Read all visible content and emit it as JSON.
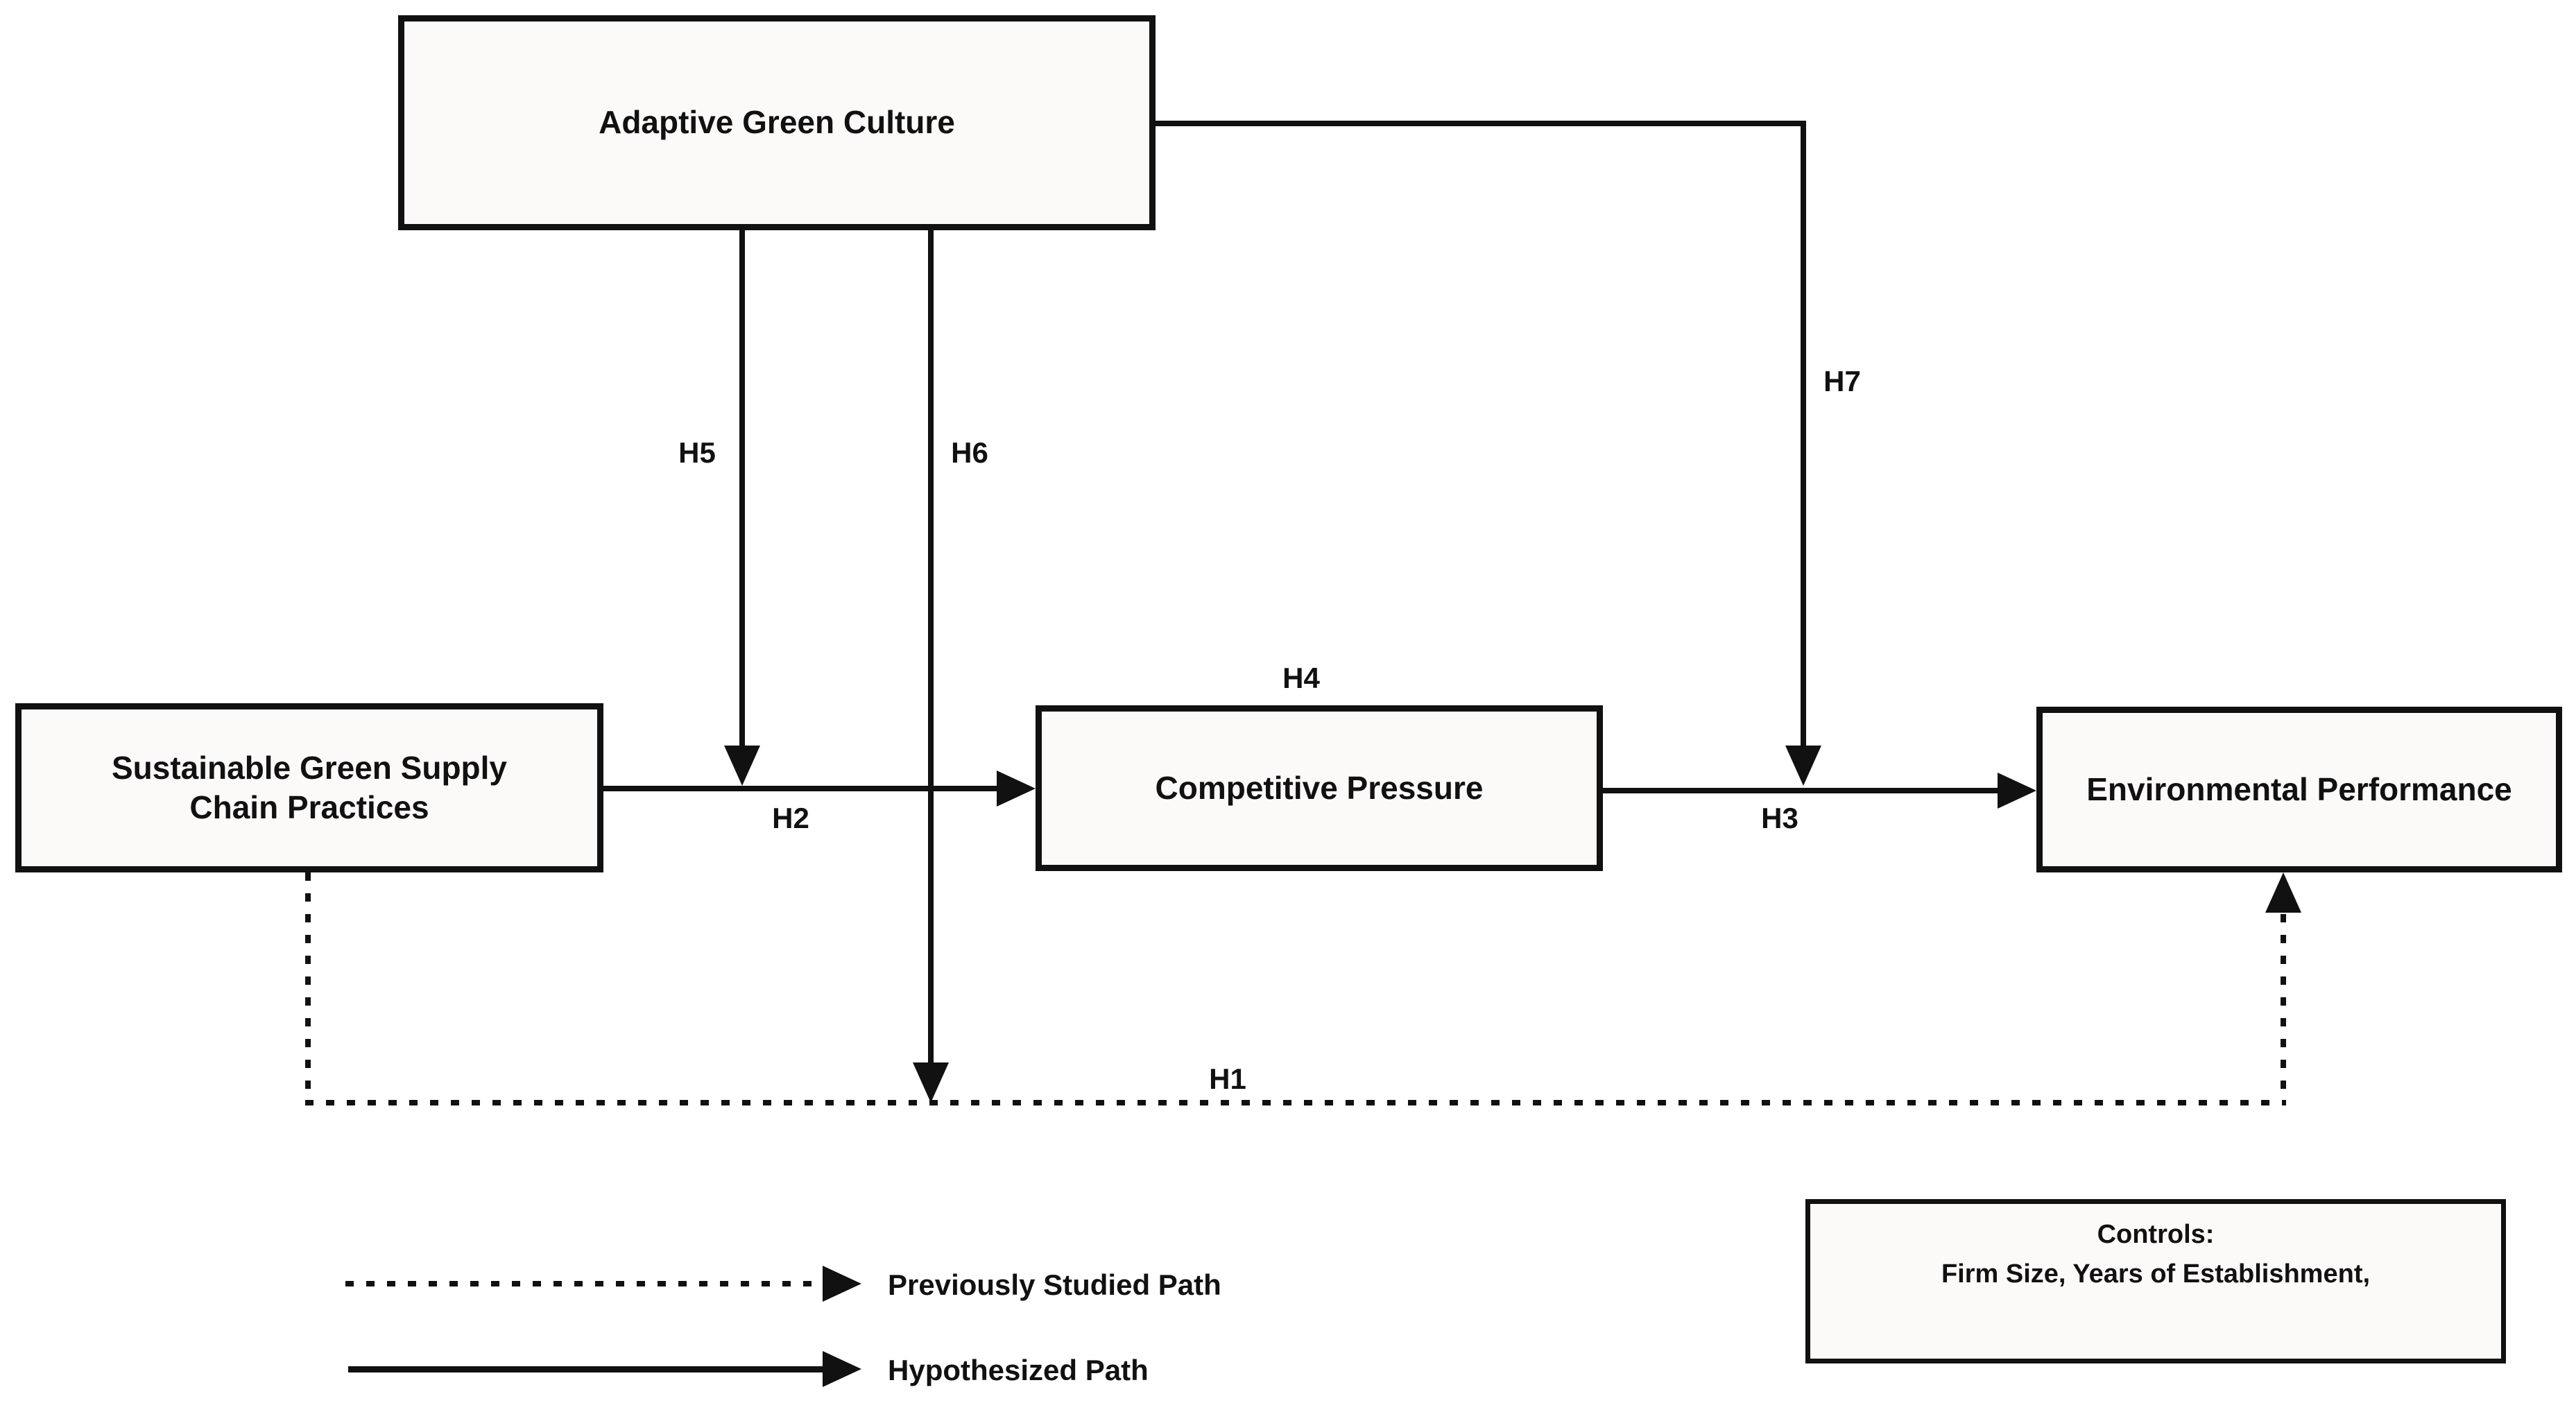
{
  "figure": {
    "nodes": {
      "adaptive_green_culture": {
        "label": "Adaptive Green Culture"
      },
      "sustainable_green_supply_chain_practices": {
        "label": "Sustainable Green Supply Chain Practices"
      },
      "competitive_pressure": {
        "label": "Competitive Pressure"
      },
      "environmental_performance": {
        "label": "Environmental Performance"
      }
    },
    "controls_box": {
      "title": "Controls:",
      "items": "Firm Size, Years of Establishment,"
    },
    "hypotheses": {
      "h1": "H1",
      "h2": "H2",
      "h3": "H3",
      "h4": "H4",
      "h5": "H5",
      "h6": "H6",
      "h7": "H7"
    },
    "legend": {
      "items": [
        {
          "style": "dotted",
          "label": "Previously Studied Path"
        },
        {
          "style": "solid",
          "label": "Hypothesized Path"
        }
      ]
    },
    "colors": {
      "line": "#111111",
      "box_fill": "#fcf9f9",
      "background": "#ffffff",
      "text": "#111111"
    }
  }
}
